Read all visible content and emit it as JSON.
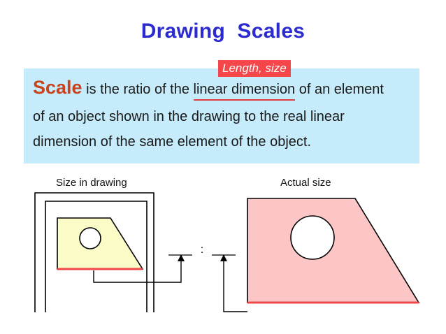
{
  "slide": {
    "title": "Drawing  Scales"
  },
  "definition": {
    "tag_label": "Length, size",
    "scale_word": "Scale",
    "line1_rest_before": " is the ratio of the ",
    "underlined_term": "linear dimension",
    "line1_rest_after": " of an element",
    "line2": "of an object shown in the drawing to the real linear",
    "line3": "dimension of the same element of the object."
  },
  "diagram": {
    "left_caption": "Size in drawing",
    "right_caption": "Actual size",
    "ratio_separator": ":",
    "colors": {
      "small_shape_fill": "#fbfbc8",
      "large_shape_fill": "#fcc6c6",
      "highlight_edge": "#f04848",
      "definition_background": "#c6ecfb",
      "title_color": "#2b2bd0",
      "scale_word_color": "#c8441e"
    }
  }
}
